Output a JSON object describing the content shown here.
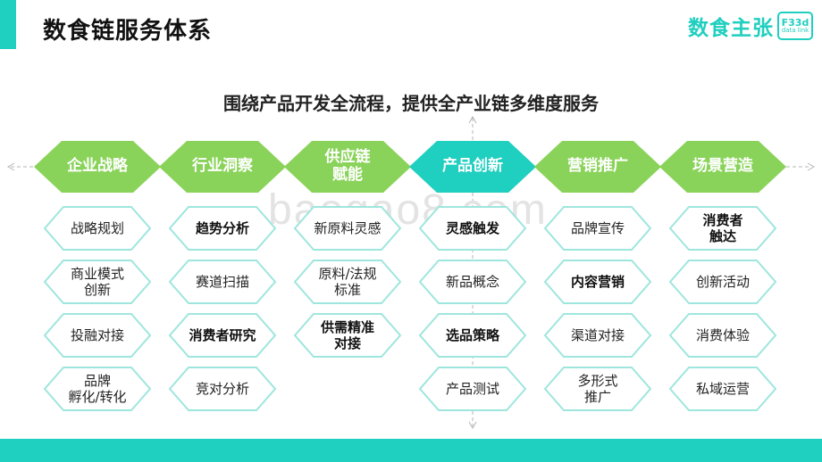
{
  "header": {
    "title": "数食链服务体系"
  },
  "logo": {
    "text": "数食主张",
    "badge_top": "F33d",
    "badge_bottom": "data link"
  },
  "subtitle": "围绕产品开发全流程，提供全产业链多维度服务",
  "watermark": "baogao8.com",
  "colors": {
    "accent": "#1fcfbf",
    "category_fill": "#8ad35a",
    "highlight_fill": "#1fcfbf",
    "item_border": "#9ee6dd"
  },
  "columns": [
    {
      "category": [
        "企业战略"
      ],
      "highlight": false,
      "items": [
        {
          "lines": [
            "战略规划"
          ],
          "bold": false
        },
        {
          "lines": [
            "商业模式",
            "创新"
          ],
          "bold": false
        },
        {
          "lines": [
            "投融对接"
          ],
          "bold": false
        },
        {
          "lines": [
            "品牌",
            "孵化/转化"
          ],
          "bold": false
        }
      ]
    },
    {
      "category": [
        "行业洞察"
      ],
      "highlight": false,
      "items": [
        {
          "lines": [
            "趋势分析"
          ],
          "bold": true
        },
        {
          "lines": [
            "赛道扫描"
          ],
          "bold": false
        },
        {
          "lines": [
            "消费者研究"
          ],
          "bold": true
        },
        {
          "lines": [
            "竞对分析"
          ],
          "bold": false
        }
      ]
    },
    {
      "category": [
        "供应链",
        "赋能"
      ],
      "highlight": false,
      "items": [
        {
          "lines": [
            "新原料灵感"
          ],
          "bold": false
        },
        {
          "lines": [
            "原料/法规",
            "标准"
          ],
          "bold": false
        },
        {
          "lines": [
            "供需精准",
            "对接"
          ],
          "bold": true
        }
      ]
    },
    {
      "category": [
        "产品创新"
      ],
      "highlight": true,
      "items": [
        {
          "lines": [
            "灵感触发"
          ],
          "bold": true
        },
        {
          "lines": [
            "新品概念"
          ],
          "bold": false
        },
        {
          "lines": [
            "选品策略"
          ],
          "bold": true
        },
        {
          "lines": [
            "产品测试"
          ],
          "bold": false
        }
      ]
    },
    {
      "category": [
        "营销推广"
      ],
      "highlight": false,
      "items": [
        {
          "lines": [
            "品牌宣传"
          ],
          "bold": false
        },
        {
          "lines": [
            "内容营销"
          ],
          "bold": true
        },
        {
          "lines": [
            "渠道对接"
          ],
          "bold": false
        },
        {
          "lines": [
            "多形式",
            "推广"
          ],
          "bold": false
        }
      ]
    },
    {
      "category": [
        "场景营造"
      ],
      "highlight": false,
      "items": [
        {
          "lines": [
            "消费者",
            "触达"
          ],
          "bold": true
        },
        {
          "lines": [
            "创新活动"
          ],
          "bold": false
        },
        {
          "lines": [
            "消费体验"
          ],
          "bold": false
        },
        {
          "lines": [
            "私域运营"
          ],
          "bold": false
        }
      ]
    }
  ]
}
